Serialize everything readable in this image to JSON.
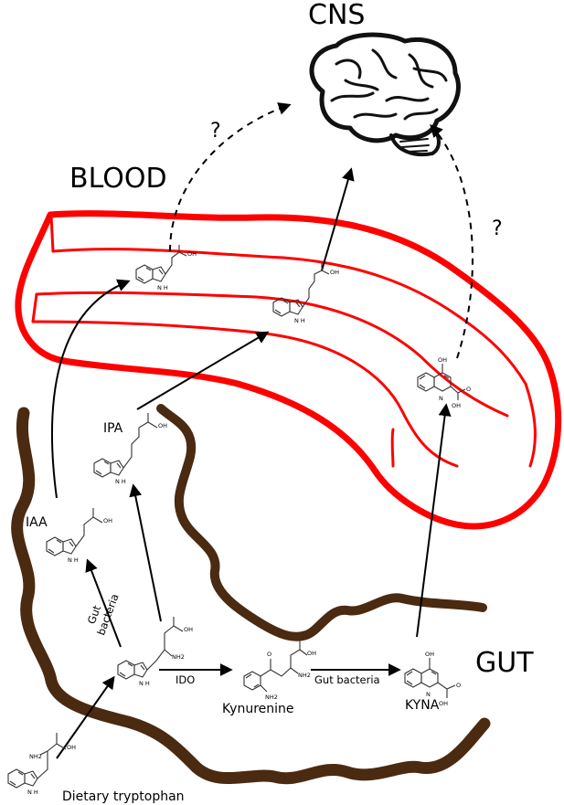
{
  "regions": {
    "cns": "CNS",
    "blood": "BLOOD",
    "gut": "GUT"
  },
  "compounds": {
    "iaa": "IAA",
    "ipa": "IPA",
    "kynurenine": "Kynurenine",
    "kyna": "KYNA",
    "dietary_tryptophan": "Dietary tryptophan"
  },
  "enzymes": {
    "gut_bacteria_iaa": [
      "Gut",
      "bacteria"
    ],
    "ido": "IDO",
    "gut_bacteria_kyna": "Gut bacteria"
  },
  "unknown_marks": [
    "?",
    "?"
  ],
  "atom_labels": {
    "oh": "OH",
    "nh": "N H",
    "n": "N",
    "nh2": "NH2",
    "o": "O"
  },
  "colors": {
    "blood_vessel": "#ff0000",
    "gut_wall": "#4b2a12",
    "arrows": "#000000"
  }
}
